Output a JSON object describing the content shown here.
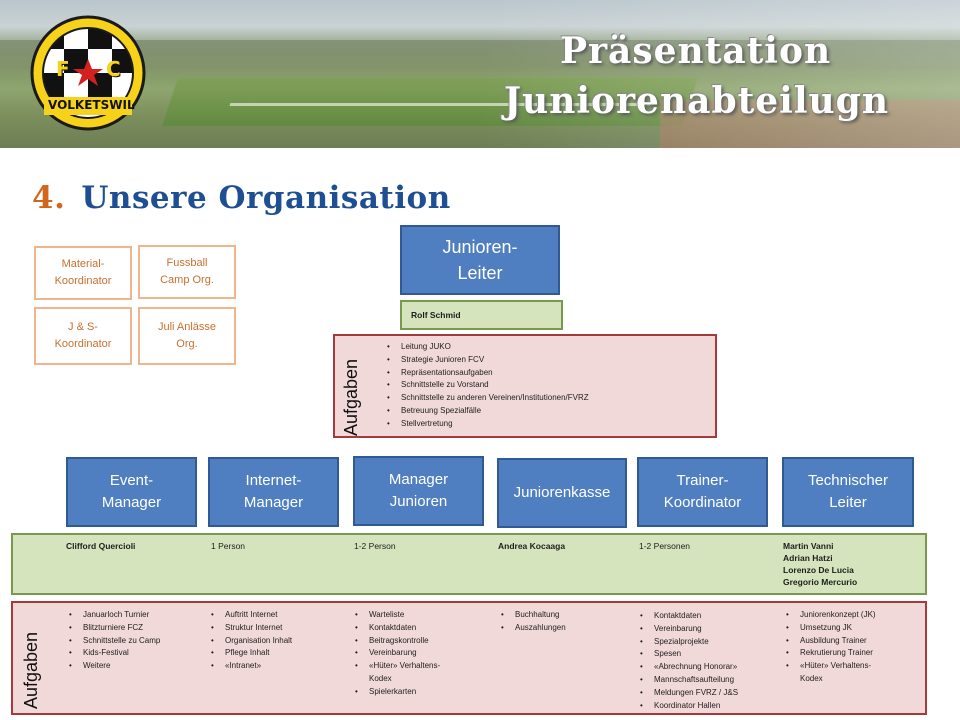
{
  "header": {
    "title_line1": "Präsentation",
    "title_line2": "Juniorenabteilugn",
    "logo": {
      "letters": [
        "F",
        "C"
      ],
      "club_name": "VOLKETSWIL"
    }
  },
  "section": {
    "number": "4.",
    "title": "Unsere Organisation"
  },
  "side_boxes": [
    {
      "label": "Material-\nKoordinator"
    },
    {
      "label": "Fussball\nCamp Org."
    },
    {
      "label": "J & S-\nKoordinator"
    },
    {
      "label": "Juli Anlässe\nOrg."
    }
  ],
  "head": {
    "role": "Junioren-\nLeiter",
    "name": "Rolf Schmid",
    "tasks_label": "Aufgaben",
    "tasks": [
      "Leitung JUKO",
      "Strategie Junioren FCV",
      "Repräsentationsaufgaben",
      "Schnittstelle zu Vorstand",
      "Schnittstelle zu anderen Vereinen/Institutionen/FVRZ",
      "Betreuung Spezialfälle",
      "Stellvertretung"
    ]
  },
  "departments": [
    {
      "role": "Event-\nManager",
      "people": "Clifford Quercioli",
      "tasks": [
        "Januarloch Turnier",
        "Blitzturniere FCZ",
        "Schnittstelle zu Camp",
        "Kids-Festival",
        "Weitere"
      ]
    },
    {
      "role": "Internet-\nManager",
      "people": "1 Person",
      "tasks": [
        "Auftritt Internet",
        "Struktur Internet",
        "Organisation Inhalt",
        "Pflege Inhalt",
        "«Intranet»"
      ]
    },
    {
      "role": "Manager\nJunioren",
      "people": "1-2 Person",
      "tasks": [
        "Warteliste",
        "Kontaktdaten",
        "Beitragskontrolle",
        "Vereinbarung",
        "«Hüter» Verhaltens-\nKodex",
        "Spielerkarten"
      ]
    },
    {
      "role": "Juniorenkasse",
      "people": "Andrea Kocaaga",
      "tasks": [
        "Buchhaltung",
        "Auszahlungen"
      ]
    },
    {
      "role": "Trainer-\nKoordinator",
      "people": "1-2 Personen",
      "tasks": [
        "Kontaktdaten",
        "Vereinbarung",
        "Spezialprojekte",
        "Spesen",
        "«Abrechnung Honorar»",
        "Mannschaftsaufteilung",
        "Meldungen FVRZ / J&S",
        "Koordinator Hallen"
      ]
    },
    {
      "role": "Technischer\nLeiter",
      "people": "Martin Vanni\nAdrian Hatzi\nLorenzo De Lucia\nGregorio Mercurio",
      "tasks": [
        "Juniorenkonzept (JK)",
        "Umsetzung JK",
        "Ausbildung Trainer",
        "Rekrutierung Trainer",
        "«Hüter» Verhaltens-\nKodex"
      ]
    }
  ],
  "bottom_tasks_label": "Aufgaben",
  "colors": {
    "blue_box": "#4f7fc1",
    "green_bar": "#d6e4bd",
    "pink_box": "#f2d9d9",
    "orange_border": "#f0b58c",
    "heading_blue": "#1d4f92",
    "heading_orange": "#d4661b"
  }
}
